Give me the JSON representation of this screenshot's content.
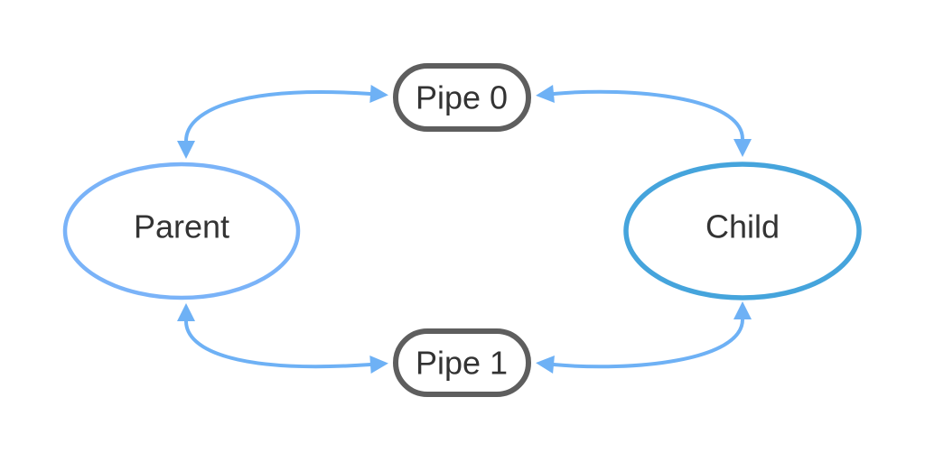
{
  "diagram": {
    "type": "flowchart",
    "description": "Two-process pipe communication diagram: Parent and Child processes connected bidirectionally through Pipe 0 (top) and Pipe 1 (bottom)",
    "background": "#ffffff",
    "colors": {
      "edge": "#6eb1f5",
      "parent_stroke": "#7ab3f8",
      "child_stroke": "#45a4dc",
      "pipe_stroke": "#5e5e5e",
      "node_fill": "#ffffff",
      "label_text": "#333333"
    },
    "nodes": {
      "parent": {
        "label": "Parent",
        "shape": "ellipse"
      },
      "child": {
        "label": "Child",
        "shape": "ellipse"
      },
      "pipe0": {
        "label": "Pipe 0",
        "shape": "rounded-rectangle"
      },
      "pipe1": {
        "label": "Pipe 1",
        "shape": "rounded-rectangle"
      }
    },
    "edges": [
      {
        "from": "Parent",
        "to": "Pipe 0",
        "bidirectional": true
      },
      {
        "from": "Pipe 0",
        "to": "Child",
        "bidirectional": true
      },
      {
        "from": "Parent",
        "to": "Pipe 1",
        "bidirectional": true
      },
      {
        "from": "Pipe 1",
        "to": "Child",
        "bidirectional": true
      }
    ]
  }
}
